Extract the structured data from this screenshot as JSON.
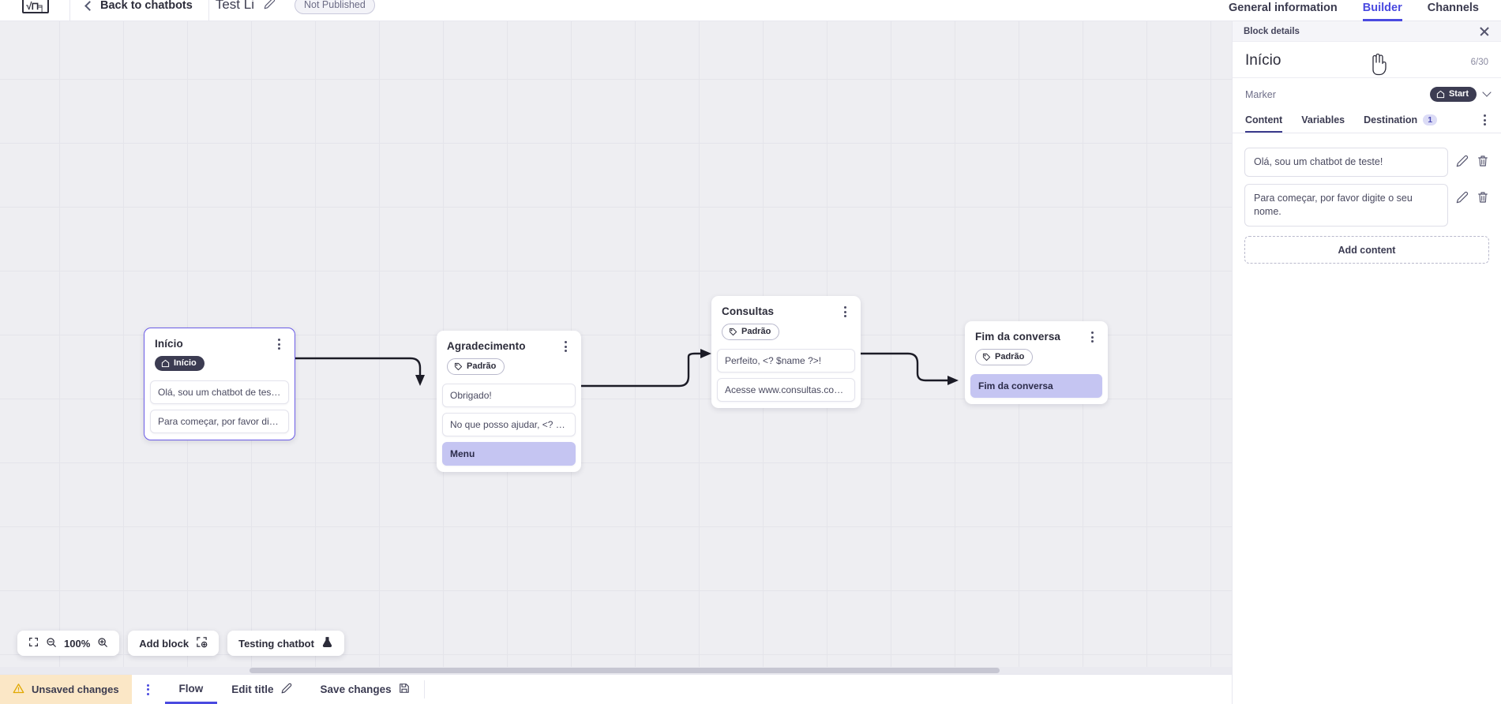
{
  "topbar": {
    "logo_alt": "app-logo",
    "back_label": "Back to chatbots",
    "bot_title": "Test Li",
    "publish_status": "Not Published",
    "tabs": [
      {
        "label": "General information",
        "active": false
      },
      {
        "label": "Builder",
        "active": true
      },
      {
        "label": "Channels",
        "active": false
      }
    ],
    "accent": "#4a4ae0"
  },
  "canvas": {
    "zoom_level": "100%",
    "add_block_label": "Add block",
    "testing_label": "Testing chatbot",
    "nodes": [
      {
        "id": "inicio",
        "title": "Início",
        "tag": "Início",
        "tag_type": "start",
        "selected": true,
        "messages": [
          {
            "text": "Olá, sou um chatbot de teste!",
            "accent": false
          },
          {
            "text": "Para começar, por favor digite o ...",
            "accent": false
          }
        ]
      },
      {
        "id": "agradecimento",
        "title": "Agradecimento",
        "tag": "Padrão",
        "tag_type": "default",
        "selected": false,
        "messages": [
          {
            "text": "Obrigado!",
            "accent": false
          },
          {
            "text": "No que posso ajudar, <? $name ...",
            "accent": false
          },
          {
            "text": "Menu",
            "accent": true
          }
        ]
      },
      {
        "id": "consultas",
        "title": "Consultas",
        "tag": "Padrão",
        "tag_type": "default",
        "selected": false,
        "messages": [
          {
            "text": "Perfeito, <? $name ?>!",
            "accent": false
          },
          {
            "text": "Acesse www.consultas.com par...",
            "accent": false
          }
        ]
      },
      {
        "id": "fim",
        "title": "Fim da conversa",
        "tag": "Padrão",
        "tag_type": "default",
        "selected": false,
        "messages": [
          {
            "text": "Fim da conversa",
            "accent": true
          }
        ]
      }
    ]
  },
  "footer": {
    "unsaved_label": "Unsaved changes",
    "flow_label": "Flow",
    "edit_title_label": "Edit title",
    "save_label": "Save changes",
    "warning_color": "#fbe7c6"
  },
  "panel": {
    "header_title": "Block details",
    "block_name": "Início",
    "char_counter": "6/30",
    "marker_label": "Marker",
    "marker_value": "Start",
    "tabs": [
      {
        "label": "Content",
        "active": true,
        "badge": ""
      },
      {
        "label": "Variables",
        "active": false,
        "badge": ""
      },
      {
        "label": "Destination",
        "active": false,
        "badge": "1"
      }
    ],
    "contents": [
      {
        "text": "Olá, sou um chatbot de teste!"
      },
      {
        "text": "Para começar, por favor digite o seu nome."
      }
    ],
    "add_content_label": "Add content"
  }
}
